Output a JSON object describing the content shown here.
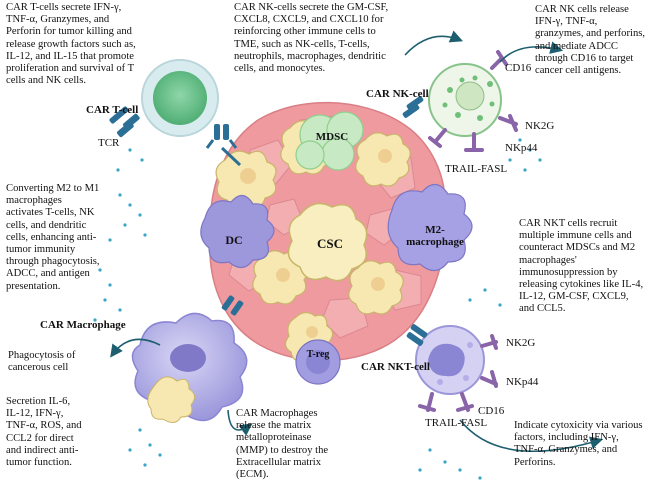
{
  "texts": {
    "t_cell_desc": "CAR T-cells secrete IFN-γ,\nTNF-α, Granzymes, and\nPerforin for tumor killing and\nrelease growth factors such as,\nIL-12, and IL-15 that promote\nproliferation and survival of T\ncells and NK cells.",
    "nk_secrete": "CAR NK-cells secrete the GM-CSF,\nCXCL8, CXCL9, and CXCL10 for\nreinforcing other immune cells to\nTME, such as NK-cells, T-cells,\nneutrophils, macrophages, dendritic\ncells, and monocytes.",
    "nk_release": "CAR NK cells release\nIFN-γ, TNF-α,\ngranzymes, and perforins,\nand mediate ADCC\nthrough CD16 to target\ncancer cell antigens.",
    "m2_m1": "Converting M2 to M1\nmacrophages\nactivates T-cells, NK\ncells, and dendritic\ncells, enhancing anti-\ntumor immunity\nthrough phagocytosis,\nADCC, and antigen\npresentation.",
    "nkt_recruit": "CAR NKT cells recruit\nmultiple immune cells and\ncounteract MDSCs and M2\nmacrophages'\nimmunosuppression by\nreleasing cytokines like IL-4,\nIL-12, GM-CSF, CXCL9,\nand CCL5.",
    "phago": "Phagocytosis of\ncancerous cell",
    "secretion": "Secretion IL-6,\nIL-12, IFN-γ,\nTNF-α, ROS, and\nCCL2 for direct\nand indirect anti-\ntumor function.",
    "mmp": "CAR Macrophages\nrelease the matrix\nmetalloproteinase\n(MMP) to destroy the\nExtracellular matrix\n(ECM).",
    "cytotox": "Indicate cytoxicity via various\nfactors, including IFN-γ,\nTNF-α, Granzymes, and\nPerforins."
  },
  "labels": {
    "car_t": "CAR T-cell",
    "tcr": "TCR",
    "car_nk": "CAR NK-cell",
    "cd16_top": "CD16",
    "nk2g_top": "NK2G",
    "nkp44_top": "NKp44",
    "trail_top": "TRAIL-FASL",
    "car_macrophage": "CAR Macrophage",
    "car_nkt": "CAR NKT-cell",
    "nk2g_bottom": "NK2G",
    "nkp44_bottom": "NKp44",
    "cd16_bottom": "CD16",
    "trail_bottom": "TRAIL-FASL"
  },
  "cells": {
    "mdsc": "MDSC",
    "dc": "DC",
    "csc": "CSC",
    "m2": "M2-\nmacrophage",
    "treg": "T-reg"
  },
  "colors": {
    "tumor_pink": "#ee9a9f",
    "tumor_cell": "#f6e8b0",
    "t_cell_green": "#5fbf83",
    "mdsc_green": "#c7e9c4",
    "macrophage_purple": "#a9a6e3",
    "receptor_blue": "#2c6f96",
    "receptor_purple": "#8a64a8",
    "arrow_teal": "#1d5f6e"
  },
  "icons": [
    "car-t-cell-icon",
    "car-nk-cell-icon",
    "car-macrophage-icon",
    "car-nkt-cell-icon",
    "tumor-mass-icon"
  ]
}
